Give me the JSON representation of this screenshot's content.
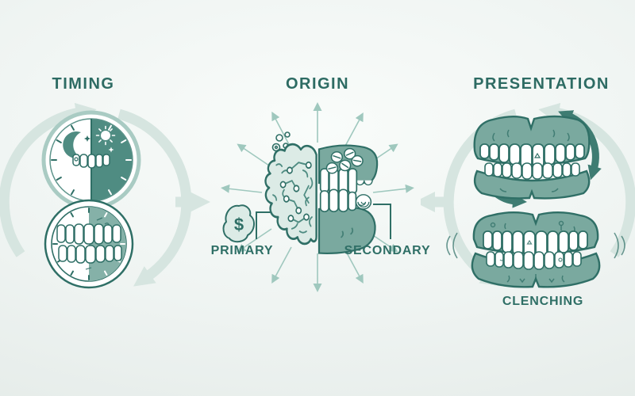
{
  "infographic": {
    "topic": "bruxism-overview"
  },
  "sections": {
    "timing": {
      "title": "TIMING",
      "icons": [
        "day-night-clock-icon",
        "bite-clock-icon",
        "cycle-arrows-icon",
        "right-arrow-icon"
      ]
    },
    "origin": {
      "title": "ORIGIN",
      "primary_label": "PRIMARY",
      "secondary_label": "SECONDARY",
      "stress_symbol": "$",
      "icons": [
        "brain-half-icon",
        "jaw-pills-icon",
        "molecules-icon",
        "money-stress-icon",
        "radiating-arrows-icon",
        "shell-icon"
      ]
    },
    "presentation": {
      "title": "PRESENTATION",
      "clenching_label": "CLENCHING",
      "icons": [
        "grinding-teeth-icon",
        "clenching-teeth-icon",
        "grind-motion-arrow-icon",
        "transition-arrow-icon",
        "vibration-lines-icon",
        "cycle-arrows-icon",
        "left-arrow-icon"
      ]
    }
  },
  "colors": {
    "heading": "#2d6b63",
    "outline": "#2f6f66",
    "gum_teal": "#7aa99f",
    "dark_teal": "#4f8c82",
    "mint": "#dcebe6",
    "pale_arrow": "#d6e5e0",
    "thin_arrow": "#9fc8be",
    "dark_arrow": "#3e7c72",
    "background": "#eef3f1"
  }
}
